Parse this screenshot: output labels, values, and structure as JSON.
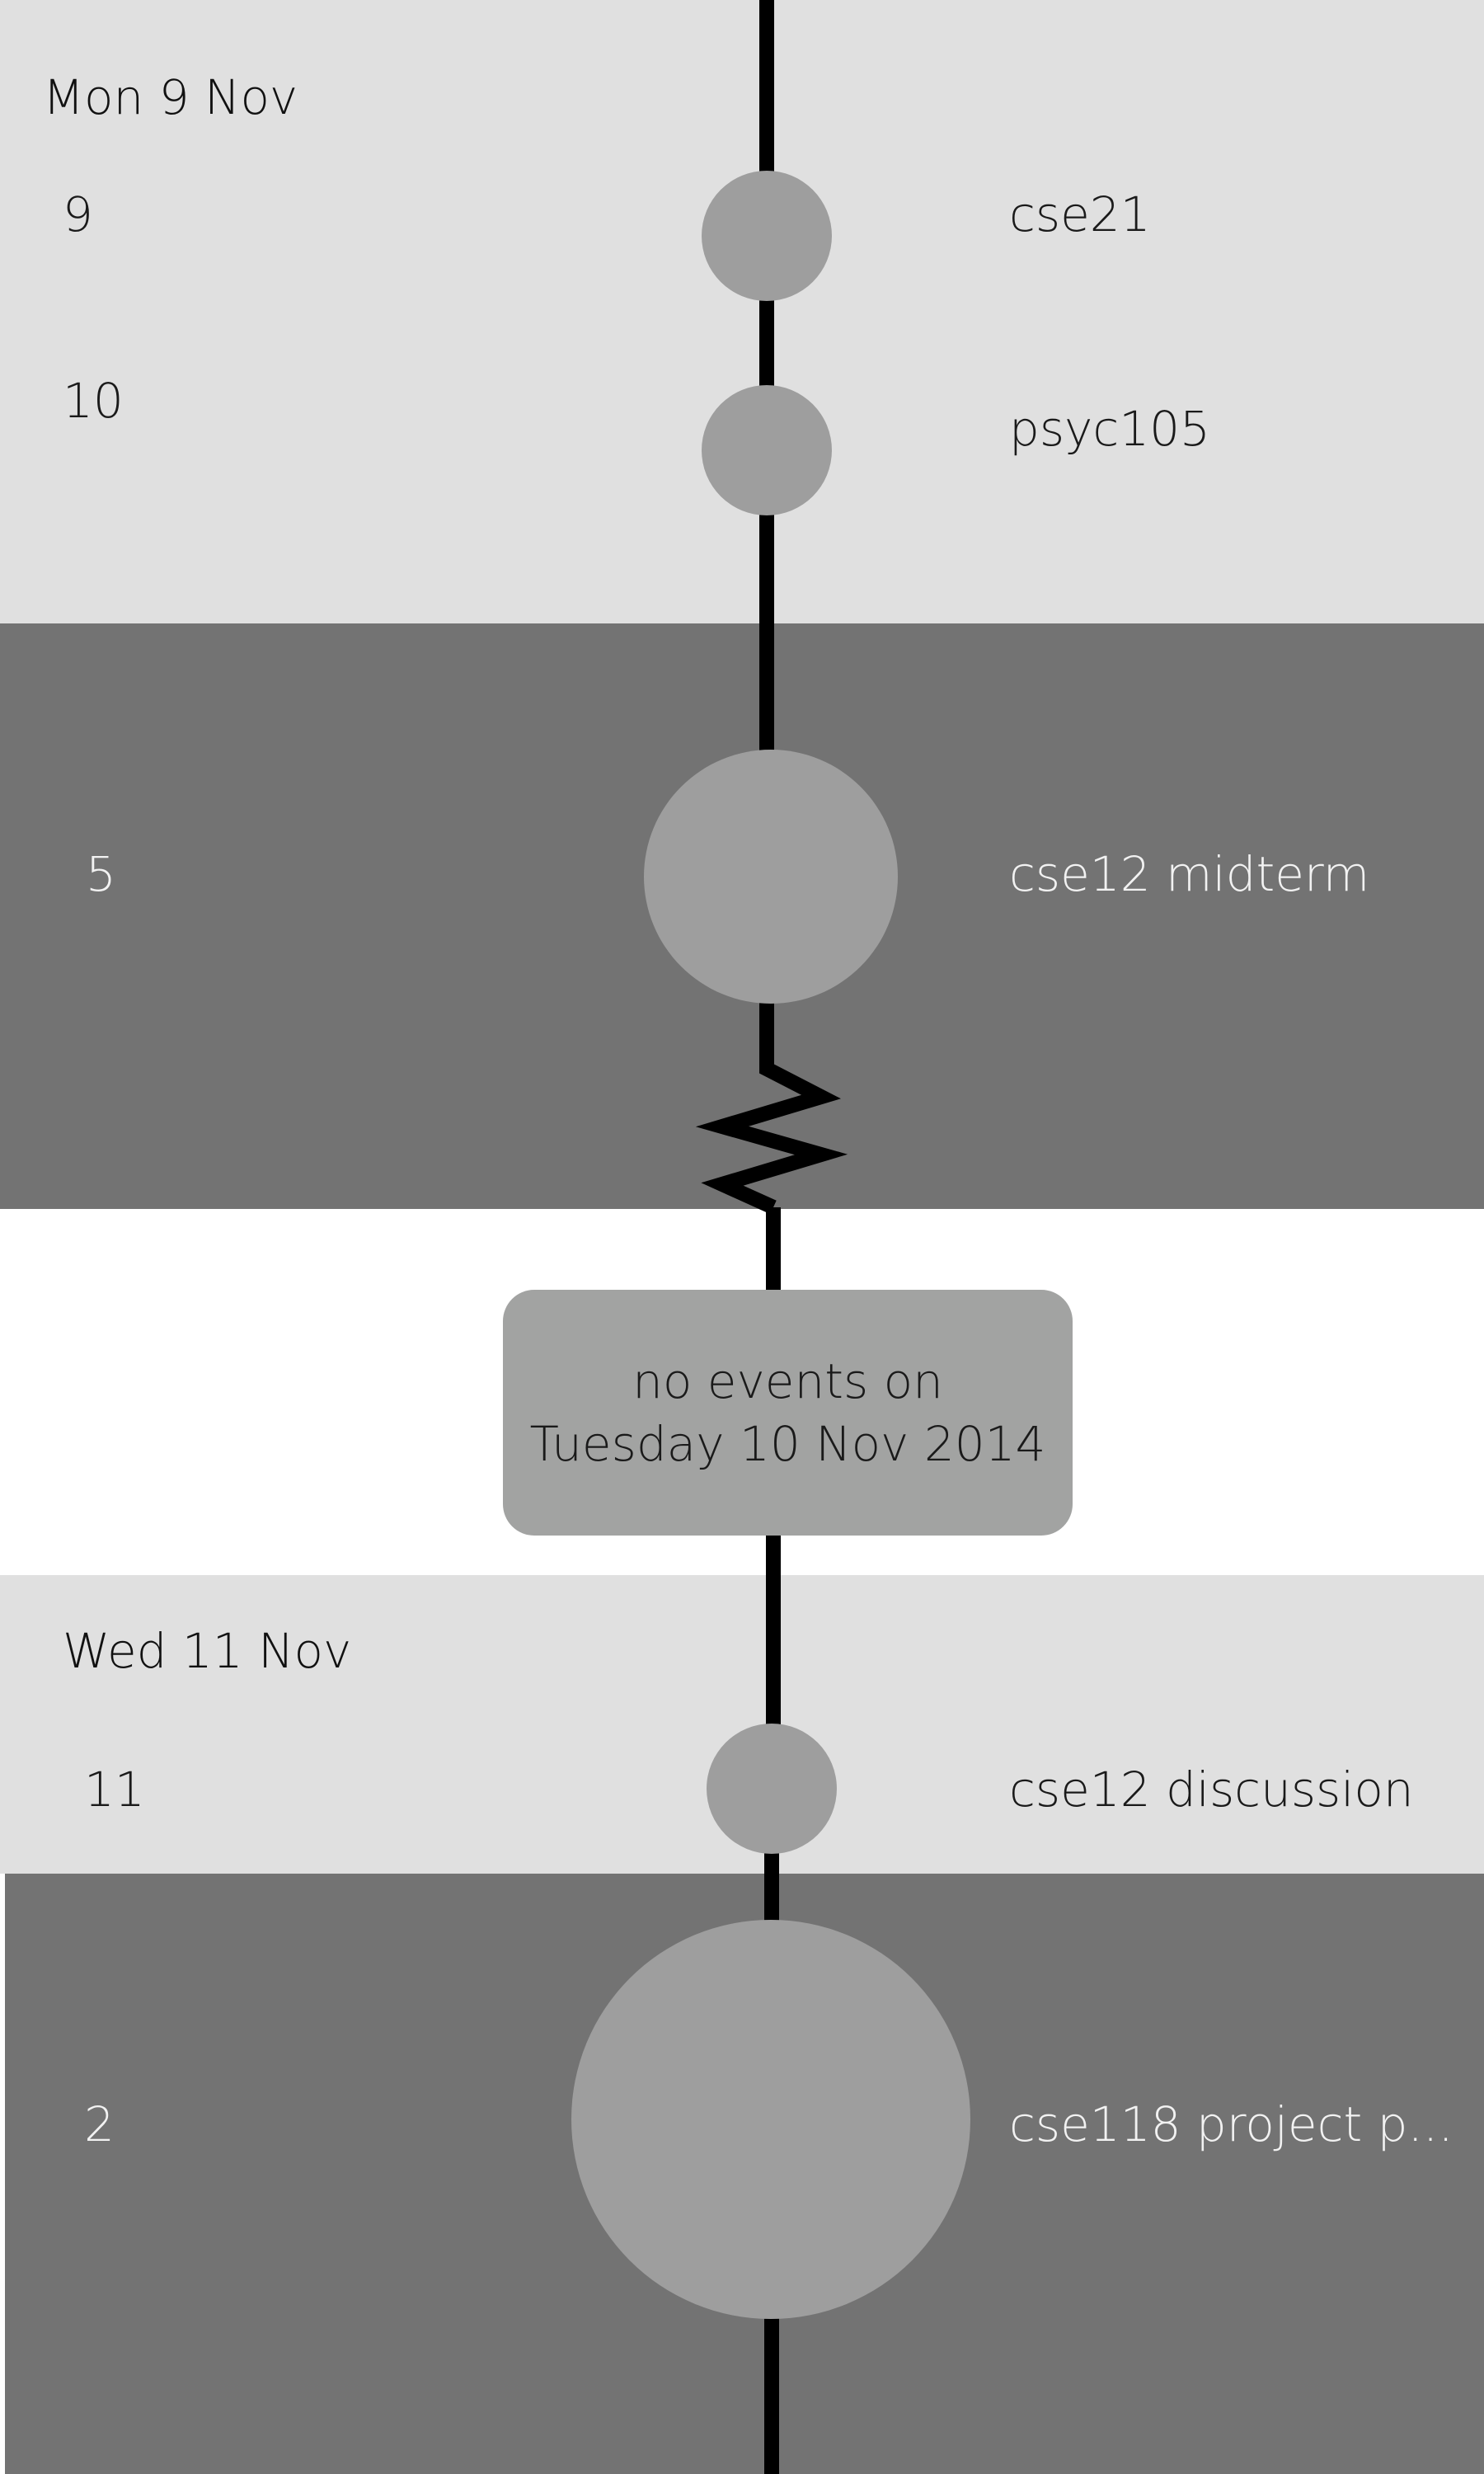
{
  "days": [
    {
      "label": "Mon 9 Nov"
    },
    {
      "label": "Wed 11 Nov"
    }
  ],
  "events": [
    {
      "hour": "9",
      "title": "cse21"
    },
    {
      "hour": "10",
      "title": "psyc105"
    },
    {
      "hour": "5",
      "title": "cse12 midterm"
    },
    {
      "hour": "11",
      "title": "cse12 discussion"
    },
    {
      "hour": "2",
      "title": "cse118 project p..."
    }
  ],
  "gap": {
    "line1": "no events on",
    "line2": "Tuesday 10 Nov 2014"
  },
  "colors": {
    "light_band": "#e0e0e0",
    "dark_band": "#737373",
    "node": "#9e9e9e",
    "timeline": "#000000",
    "gap_card": "#a2a3a2"
  }
}
